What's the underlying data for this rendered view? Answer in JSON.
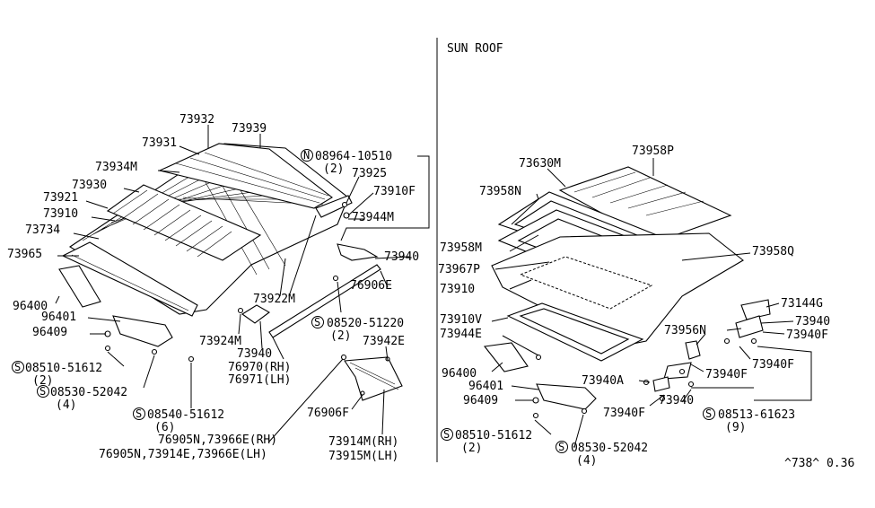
{
  "section_title": "SUN ROOF",
  "footer_code": "^738^ 0.36",
  "left_labels": {
    "l73932": "73932",
    "l73939": "73939",
    "l73931": "73931",
    "l73934M": "73934M",
    "l73930": "73930",
    "l73921": "73921",
    "l73910": "73910",
    "l73734": "73734",
    "l73965": "73965",
    "l96400": "96400",
    "l96401": "96401",
    "l96409": "96409",
    "s08510_num": "08510-51612",
    "s08510_qty": "(2)",
    "s08530_num": "08530-52042",
    "s08530_qty": "(4)",
    "s08540_num": "08540-51612",
    "s08540_qty": "(6)",
    "n08964_num": "08964-10510",
    "n08964_qty": "(2)",
    "l73925": "73925",
    "l73910F": "73910F",
    "l73944M": "73944M",
    "l73940a": "73940",
    "l73922M": "73922M",
    "l76906E": "76906E",
    "s08520_num": "08520-51220",
    "s08520_qty": "(2)",
    "l73942E": "73942E",
    "l73924M": "73924M",
    "l73940b": "73940",
    "l76970": "76970(RH)",
    "l76971": "76971(LH)",
    "l76906F": "76906F",
    "l76905N_rh": "76905N,73966E(RH)",
    "l76905N_lh": "76905N,73914E,73966E(LH)",
    "l73914M": "73914M(RH)",
    "l73915M": "73915M(LH)"
  },
  "right_labels": {
    "l73958P": "73958P",
    "l73630M": "73630M",
    "l73958N": "73958N",
    "l73958Q": "73958Q",
    "l73958M": "73958M",
    "l73967P": "73967P",
    "l73910": "73910",
    "l73910V": "73910V",
    "l73944E": "73944E",
    "l96400": "96400",
    "l96401": "96401",
    "l96409": "96409",
    "s08510_num": "08510-51612",
    "s08510_qty": "(2)",
    "s08530_num": "08530-52042",
    "s08530_qty": "(4)",
    "l73144G": "73144G",
    "l73940a": "73940",
    "l73940F_a": "73940F",
    "l73956N": "73956N",
    "l73940F_b": "73940F",
    "l73940F_c": "73940F",
    "l73940A": "73940A",
    "l73940F_d": "73940F",
    "l73940b": "73940",
    "s08513_num": "08513-61623",
    "s08513_qty": "(9)"
  },
  "symbols": {
    "screw": "S",
    "nut": "N"
  }
}
